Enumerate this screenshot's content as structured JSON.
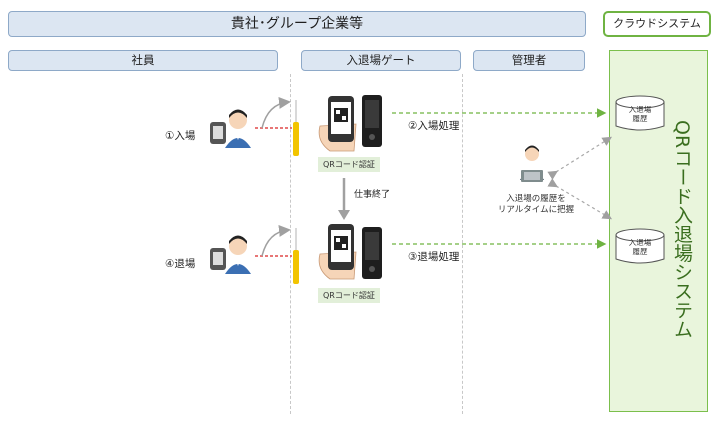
{
  "header": {
    "main_title": "貴社･グループ企業等",
    "cloud_title": "クラウドシステム"
  },
  "columns": {
    "staff": "社員",
    "gate": "入退場ゲート",
    "admin": "管理者"
  },
  "cloud": {
    "system_name": "QRコード入退場システム",
    "db_top": "入退場\n履歴",
    "db_bottom": "入退場\n履歴"
  },
  "flow": {
    "step1": "①入場",
    "step2": "②入場処理",
    "step3": "③退場処理",
    "step4": "④退場",
    "work_end": "仕事終了",
    "qr_auth_top": "QRコード認証",
    "qr_auth_bottom": "QRコード認証",
    "admin_caption_1": "入退場の履歴を",
    "admin_caption_2": "リアルタイムに把握"
  },
  "colors": {
    "header_fill": "#dce6f2",
    "cloud_border": "#6fb342",
    "cloud_fill": "#e9f5dc",
    "flow_arrow": "#6fb342",
    "laser": "#e04848",
    "gate": "#f2c400"
  }
}
